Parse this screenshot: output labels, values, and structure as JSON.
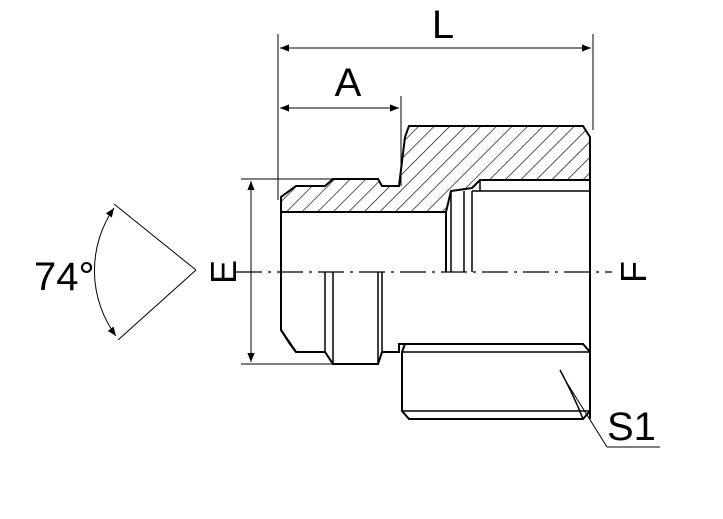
{
  "labels": {
    "overall_length": "L",
    "thread_length": "A",
    "male_thread": "E",
    "female_thread": "F",
    "hex_size": "S1",
    "cone_angle": "74°"
  },
  "colors": {
    "line": "#000000",
    "background": "#ffffff"
  }
}
